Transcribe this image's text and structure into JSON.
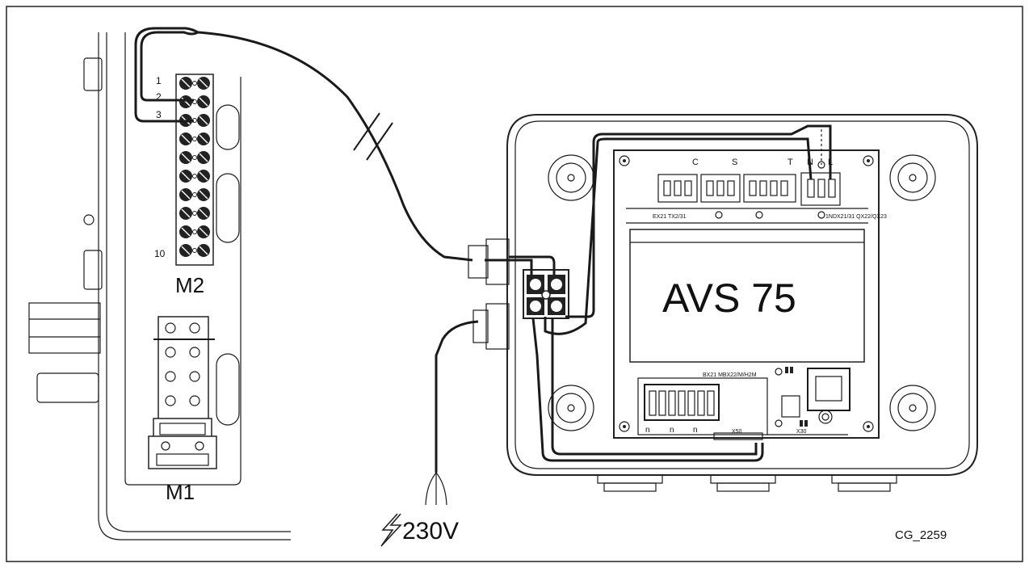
{
  "labels": {
    "module_name": "AVS 75",
    "terminal_block_m2": "M2",
    "terminal_block_m1": "M1",
    "pin_1": "1",
    "pin_2": "2",
    "pin_3": "3",
    "pin_10": "10",
    "supply_voltage": "230V",
    "drawing_code": "CG_2259"
  },
  "connector_labels": {
    "c": "C",
    "s": "S",
    "t": "T",
    "n": "N",
    "l": "L",
    "top_left": "EX21 TX2/31",
    "top_right": "1NDX21/31 QX22/QX23",
    "bottom": "BX21 MBX22/M/H2M",
    "x50": "X50",
    "x30": "X30",
    "pin_n1": "n",
    "pin_n2": "n",
    "pin_n3": "n"
  },
  "icons": {
    "voltage": "lightning-bolt-icon"
  }
}
